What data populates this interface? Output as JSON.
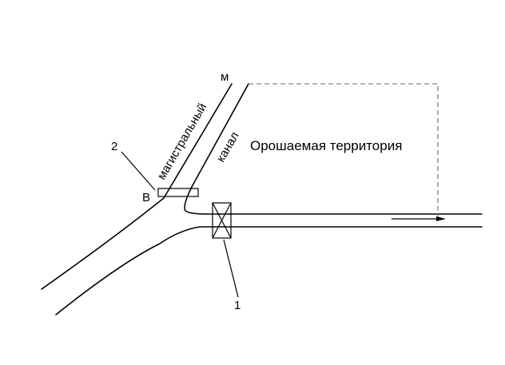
{
  "labels": {
    "point_m": "м",
    "point_b": "В",
    "callout_2": "2",
    "callout_1": "1",
    "canal_main": "магистральный",
    "canal_word": "канал",
    "irrigated_territory": "Орошаемая территория"
  }
}
